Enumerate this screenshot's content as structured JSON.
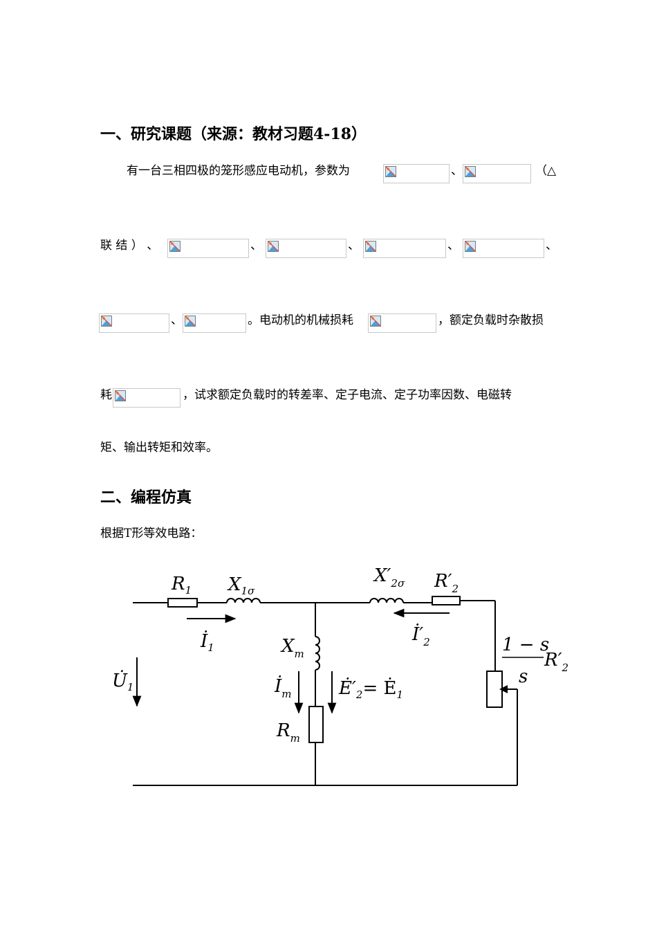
{
  "section1": {
    "heading": "一、研究课题（来源：教材习题4-18）",
    "line1_text": "有一台三相四极的笼形感应电动机，参数为",
    "sep": "、",
    "line1_tail": "（△",
    "line2_head": "联 结 ） 、",
    "line3_mid": "。电动机的机械损耗",
    "line3_tail": "，额定负载时杂散损",
    "line4_head": "耗",
    "line4_tail": "，试求额定负载时的转差率、定子电流、定子功率因数、电磁转",
    "line5": "矩、输出转矩和效率。"
  },
  "section2": {
    "heading": "二、编程仿真",
    "intro": "根据T形等效电路："
  },
  "circuit": {
    "labels": {
      "R1": "R",
      "R1_sub": "1",
      "X1": "X",
      "X1_sub": "1σ",
      "X2": "X′",
      "X2_sub": "2σ",
      "R2": "R′",
      "R2_sub": "2",
      "I1": "İ",
      "I1_sub": "1",
      "I2": "İ′",
      "I2_sub": "2",
      "Xm": "X",
      "Xm_sub": "m",
      "Im": "İ",
      "Im_sub": "m",
      "E": "Ė′",
      "E_sub": "2",
      "E_eq": "= Ė",
      "E_eq_sub": "1",
      "U1": "U̇",
      "U1_sub": "1",
      "Rm": "R",
      "Rm_sub": "m",
      "load_num": "1 − s",
      "load_den": "s",
      "load_R": "R′",
      "load_R_sub": "2"
    }
  },
  "icons": {
    "placeholder": "broken-image-icon"
  }
}
